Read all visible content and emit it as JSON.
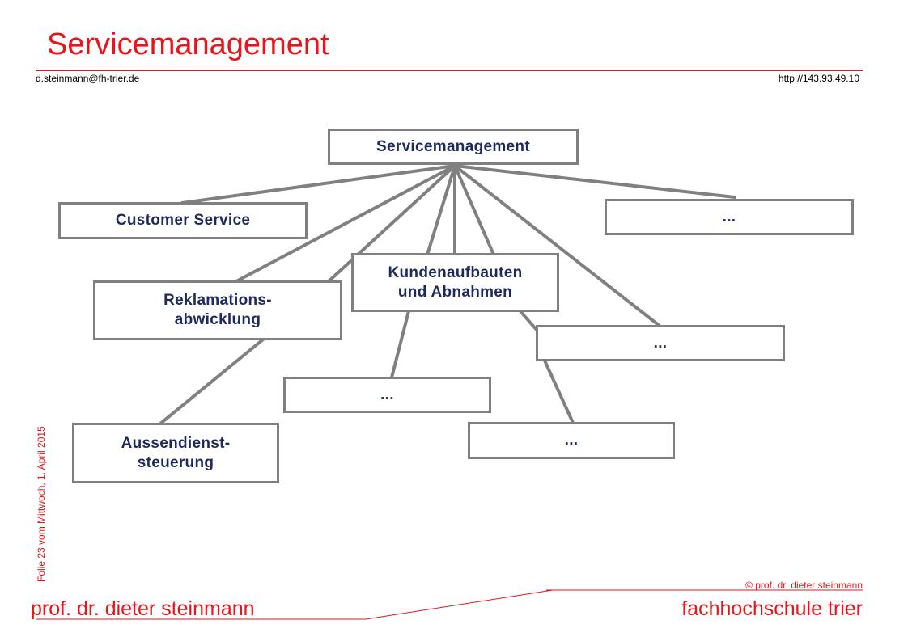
{
  "header": {
    "title": "Servicemanagement",
    "email": "d.steinmann@fh-trier.de",
    "url": "http://143.93.49.10"
  },
  "sidebar": {
    "slide_info": "Folie 23 vom Mittwoch, 1. April 2015"
  },
  "diagram": {
    "root": "Servicemanagement",
    "nodes": {
      "customer_service": "Customer Service",
      "reklamation": "Reklamations-\nabwicklung",
      "kundenaufbauten": "Kundenaufbauten\nund Abnahmen",
      "aussendienst": "Aussendienst-\nsteuerung",
      "ellipsis_top_right": "...",
      "ellipsis_mid_right": "...",
      "ellipsis_center": "...",
      "ellipsis_bottom": "..."
    },
    "colors": {
      "node_border": "#808080",
      "node_text": "#1f2a5c",
      "connector": "#808080"
    }
  },
  "footer": {
    "copyright": "© prof. dr. dieter steinmann",
    "left": "prof. dr. dieter steinmann",
    "right": "fachhochschule trier",
    "accent": "#e8141c"
  }
}
